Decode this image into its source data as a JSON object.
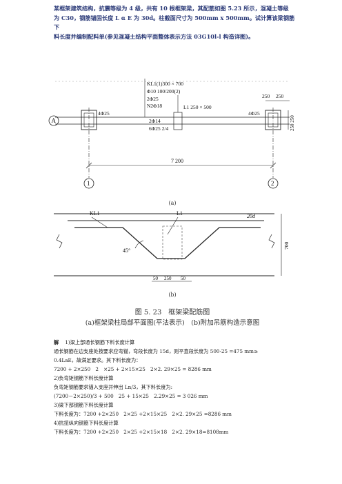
{
  "problem": {
    "lines": [
      "某框架建筑结构，抗震等级为 4 级，共有 10 根框架梁，其配筋如图 5.23 所示，混凝土等级",
      "为 C30，钢筋锚固长度 L α E 为 30d。柱截面尺寸为 500mm x 500mm。试计算该梁钢筋下",
      "料长度并编制配料单(参见混凝土结构平面整体表示方法 03G10l-l 构造详图)。"
    ]
  },
  "figure_a": {
    "label": "(a)",
    "kl_line1": "KL1(1)300 × 700",
    "kl_line2": "Φ10 100/200(2)",
    "kl_line3": "2Φ25",
    "kl_line4": "N2Φ18",
    "l1_label": "L1 250 × 500",
    "left_top": "4Φ25",
    "right_top": "4Φ25",
    "bottom1": "2Φ14",
    "bottom2": "6Φ25 2/4",
    "dim_top_a": "250",
    "dim_top_b": "250",
    "dim_side": "250 250",
    "span": "7 200",
    "axis_a": "A",
    "axis_1": "1",
    "axis_2": "2"
  },
  "figure_b": {
    "label": "(b)",
    "kl1": "KL1",
    "l1": "L1",
    "d20": "20d",
    "angle": "45°",
    "height": "700",
    "dim1": "50",
    "dim2": "250",
    "dim3": "50"
  },
  "caption": {
    "title": "图 5. 23　框架梁配筋图",
    "subtitle": "(a)框架梁柱局部平面图(平法表示)　(b)附加吊筋构造示意图"
  },
  "solution": {
    "lead": "解",
    "lines": [
      "1)梁上部通长钢筋下料长度计算",
      "通长钢筋在边支座处按要求应弯锚，弯段长度为 15d，则平直段长度为 500-25 =475 mm≥",
      "0.4LaE，故满足要求。其下料长度为：",
      "7200 + 2×250　2　×25 + 2×15×25　2×2. 29×25 = 8286 mm",
      "2)负弯矩钢筋下料长度计算",
      "负弯矩钢筋要求锚入支座并伸出 Ln/3，其下料长度为:",
      "(7200－2×250)/3 + 500　25 + 15×25　2.29×25 = 3 026 mm",
      "3)梁下部钢筋下料长度计算",
      "下料长度为：7200 +2×250　2×25 +2×15×25　2×2. 29×25 =8286 mm",
      "4)抗扭纵向钢筋下料长度计算",
      "下料长度为：7200 +2×250　2×25 +2×15×18　2×2. 29×18=8108mm"
    ]
  }
}
